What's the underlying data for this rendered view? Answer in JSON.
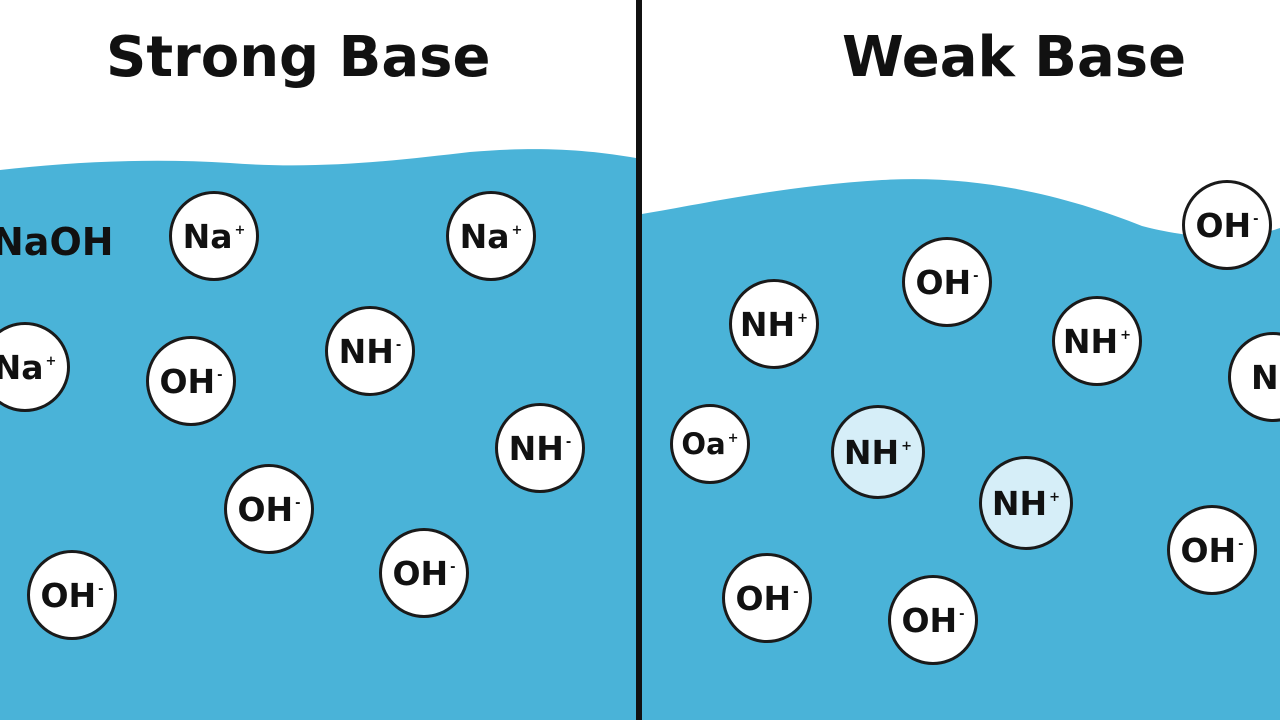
{
  "colors": {
    "water": "#4ab3d8",
    "background": "#ffffff",
    "ion_fill": "#ffffff",
    "ion_tint": "#d6eef8",
    "outline": "#1a1a1a"
  },
  "strong_panel": {
    "title": "Strong Base",
    "edge_label": "NaOH",
    "ions": [
      {
        "symbol": "Na",
        "charge": "+"
      },
      {
        "symbol": "Na",
        "charge": "+"
      },
      {
        "symbol": "Na",
        "charge": "+"
      },
      {
        "symbol": "NH",
        "charge": "-"
      },
      {
        "symbol": "OH",
        "charge": "-"
      },
      {
        "symbol": "NH",
        "charge": "-"
      },
      {
        "symbol": "OH",
        "charge": "-"
      },
      {
        "symbol": "OH",
        "charge": "-"
      },
      {
        "symbol": "OH",
        "charge": "-"
      }
    ]
  },
  "weak_panel": {
    "title": "Weak Base",
    "ions": [
      {
        "symbol": "OH",
        "charge": "-"
      },
      {
        "symbol": "OH",
        "charge": "-"
      },
      {
        "symbol": "NH",
        "charge": "+"
      },
      {
        "symbol": "NH",
        "charge": "+"
      },
      {
        "symbol": "NH",
        "charge": ""
      },
      {
        "symbol": "Oa",
        "charge": "+"
      },
      {
        "symbol": "NH",
        "charge": "+"
      },
      {
        "symbol": "NH",
        "charge": "+"
      },
      {
        "symbol": "OH",
        "charge": "-"
      },
      {
        "symbol": "OH",
        "charge": "-"
      },
      {
        "symbol": "OH",
        "charge": "-"
      }
    ]
  }
}
